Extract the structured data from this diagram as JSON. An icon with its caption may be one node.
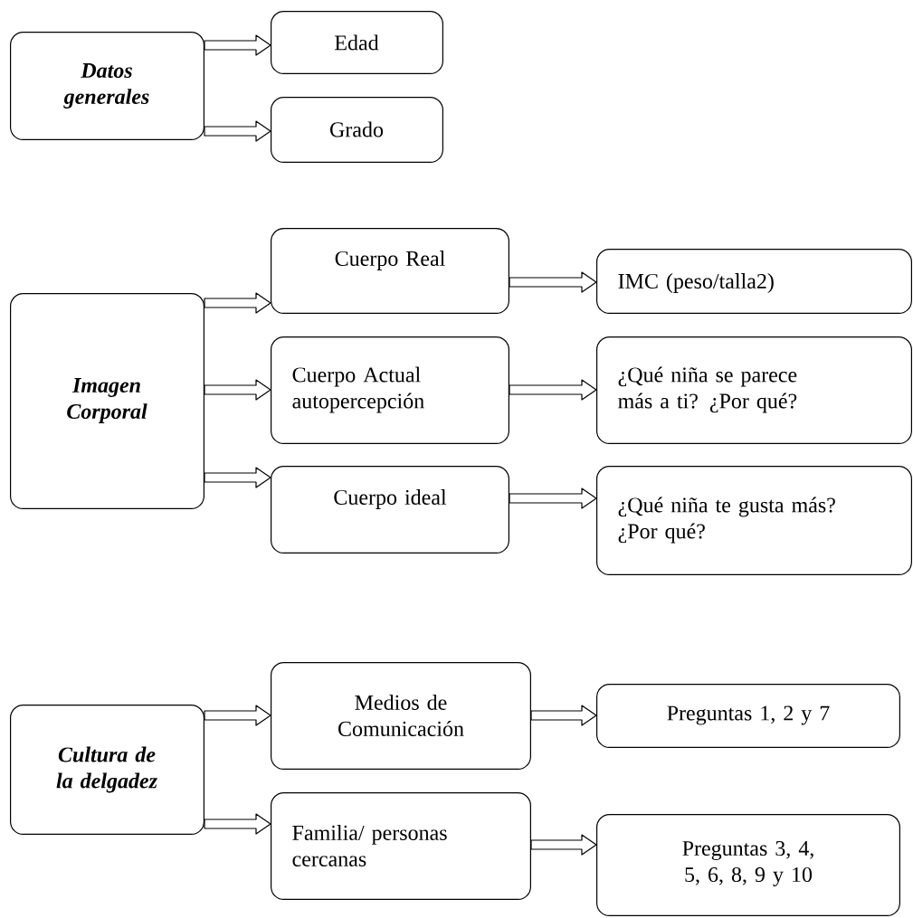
{
  "diagram": {
    "nodes": [
      {
        "text": [
          "Datos generales"
        ]
      },
      {
        "text": [
          "Edad"
        ]
      },
      {
        "text": [
          "Grado"
        ]
      },
      {
        "text": [
          "Imagen Corporal"
        ]
      },
      {
        "text": [
          "Cuerpo Real"
        ]
      },
      {
        "text": [
          "IMC (peso/talla2)"
        ]
      },
      {
        "text": [
          "Cuerpo Actual autopercepción"
        ]
      },
      {
        "text": [
          "¿Qué niña se parece más a ti? ¿Por qué?"
        ]
      },
      {
        "text": [
          "Cuerpo ideal"
        ]
      },
      {
        "text": [
          "¿Qué niña te gusta más? ¿Por qué?"
        ]
      },
      {
        "text": [
          "Cultura de la delgadez"
        ]
      },
      {
        "text": [
          "Medios de Comunicación"
        ]
      },
      {
        "text": [
          "Preguntas 1, 2 y 7"
        ]
      },
      {
        "text": [
          "Familia/ personas cercanas"
        ]
      },
      {
        "text": [
          "Preguntas 3, 4, 5, 6, 8, 9 y 10"
        ]
      }
    ],
    "edges": [
      {
        "from": 0,
        "to": 1,
        "arrow": "to"
      },
      {
        "from": 0,
        "to": 2,
        "arrow": "to"
      },
      {
        "from": 3,
        "to": 4,
        "arrow": "to"
      },
      {
        "from": 4,
        "to": 5,
        "arrow": "to"
      },
      {
        "from": 3,
        "to": 6,
        "arrow": "to"
      },
      {
        "from": 6,
        "to": 7,
        "arrow": "to"
      },
      {
        "from": 3,
        "to": 8,
        "arrow": "to"
      },
      {
        "from": 8,
        "to": 9,
        "arrow": "to"
      },
      {
        "from": 10,
        "to": 11,
        "arrow": "to"
      },
      {
        "from": 11,
        "to": 12,
        "arrow": "to"
      },
      {
        "from": 10,
        "to": 13,
        "arrow": "to"
      },
      {
        "from": 13,
        "to": 14,
        "arrow": "to"
      }
    ]
  }
}
